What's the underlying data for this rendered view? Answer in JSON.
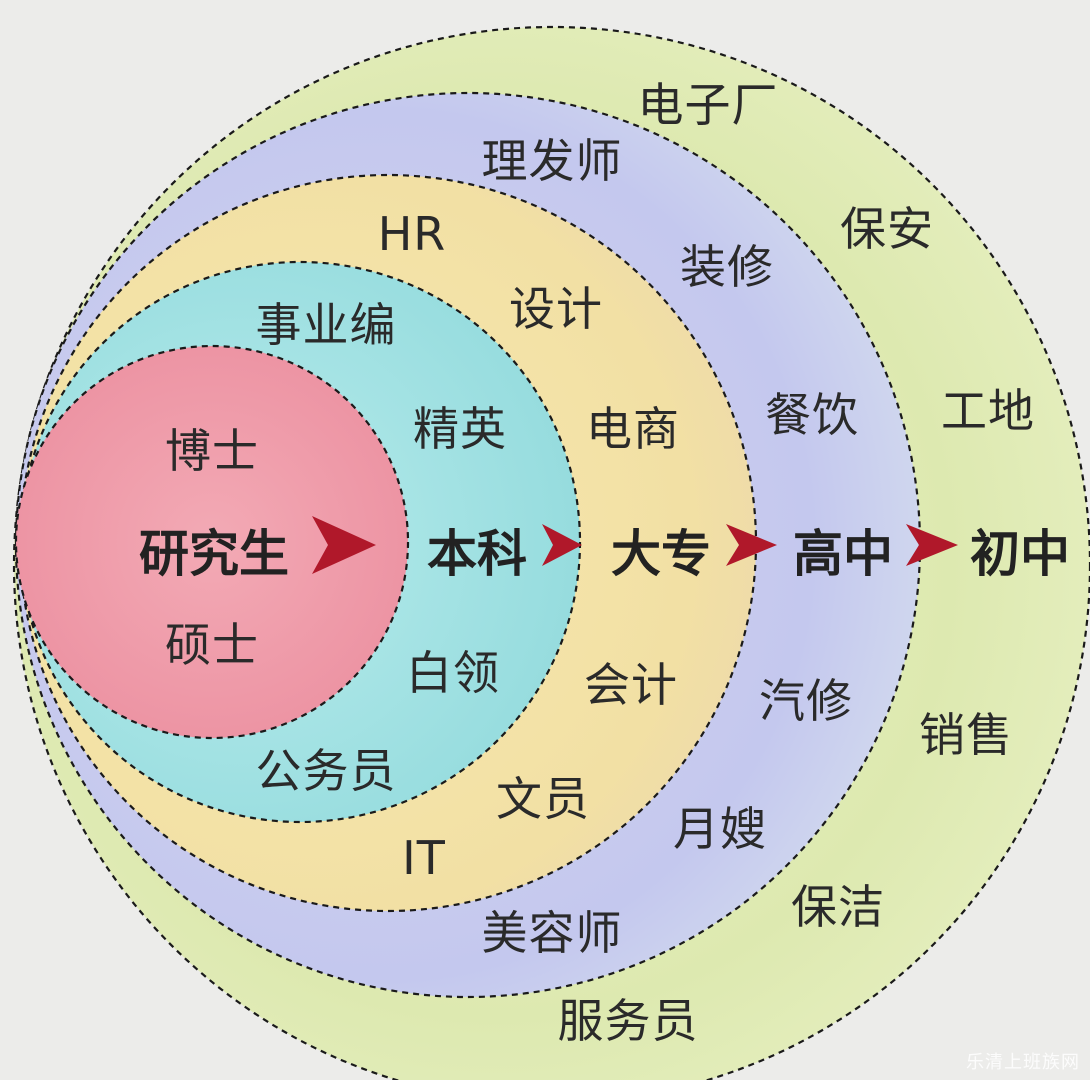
{
  "levels": {
    "phd_master": "研究生",
    "bachelor": "本科",
    "college": "大专",
    "high_school": "高中",
    "middle_school": "初中"
  },
  "ring_grad": {
    "top": "博士",
    "bottom": "硕士"
  },
  "ring_bachelor": {
    "item_1": "事业编",
    "item_2": "精英",
    "item_3": "白领",
    "item_4": "公务员"
  },
  "ring_college": {
    "item_1": "HR",
    "item_2": "设计",
    "item_3": "电商",
    "item_4": "会计",
    "item_5": "文员",
    "item_6": "IT"
  },
  "ring_high": {
    "item_1": "理发师",
    "item_2": "装修",
    "item_3": "餐饮",
    "item_4": "汽修",
    "item_5": "月嫂",
    "item_6": "美容师"
  },
  "ring_middle": {
    "item_1": "电子厂",
    "item_2": "保安",
    "item_3": "工地",
    "item_4": "销售",
    "item_5": "保洁",
    "item_6": "服务员"
  },
  "watermark": "乐清上班族网",
  "colors": {
    "inner": "#ef9aa8",
    "bachelor": "#9fe0e0",
    "college": "#f3e3a3",
    "high": "#c9c3ec",
    "middle": "#dbeab0",
    "arrow": "#b0182a"
  }
}
